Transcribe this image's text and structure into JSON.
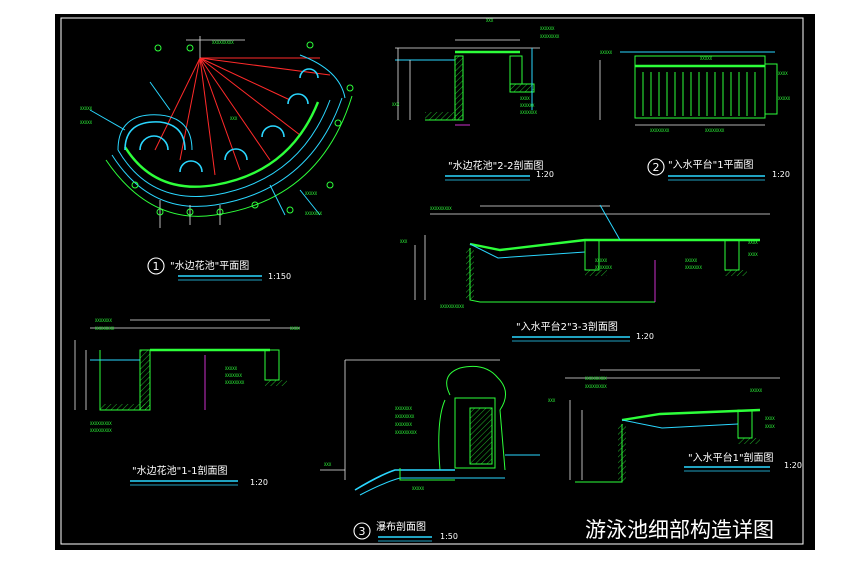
{
  "drawing_title": "游泳池细部构造详图",
  "details": [
    {
      "id": "plan",
      "number": "1",
      "label": "\"水边花池\"平面图",
      "scale": "1:150"
    },
    {
      "id": "sec22",
      "number": "",
      "label": "\"水边花池\"2-2剖面图",
      "scale": "1:20"
    },
    {
      "id": "platform1plan",
      "number": "2",
      "label": "\"入水平台\"1平面图",
      "scale": "1:20"
    },
    {
      "id": "sec33",
      "number": "",
      "label": "\"入水平台2\"3-3剖面图",
      "scale": "1:20"
    },
    {
      "id": "sec11",
      "number": "",
      "label": "\"水边花池\"1-1剖面图",
      "scale": "1:20"
    },
    {
      "id": "waterfall",
      "number": "3",
      "label": "瀑布剖面图",
      "scale": "1:50"
    },
    {
      "id": "platform1sec",
      "number": "",
      "label": "\"入水平台1\"剖面图",
      "scale": "1:20"
    }
  ],
  "colors": {
    "background": "#000000",
    "border": "#ffffff",
    "green": "#2dff3a",
    "cyan": "#2ad7ff",
    "red": "#ff2a2a",
    "magenta": "#ff3cff"
  }
}
